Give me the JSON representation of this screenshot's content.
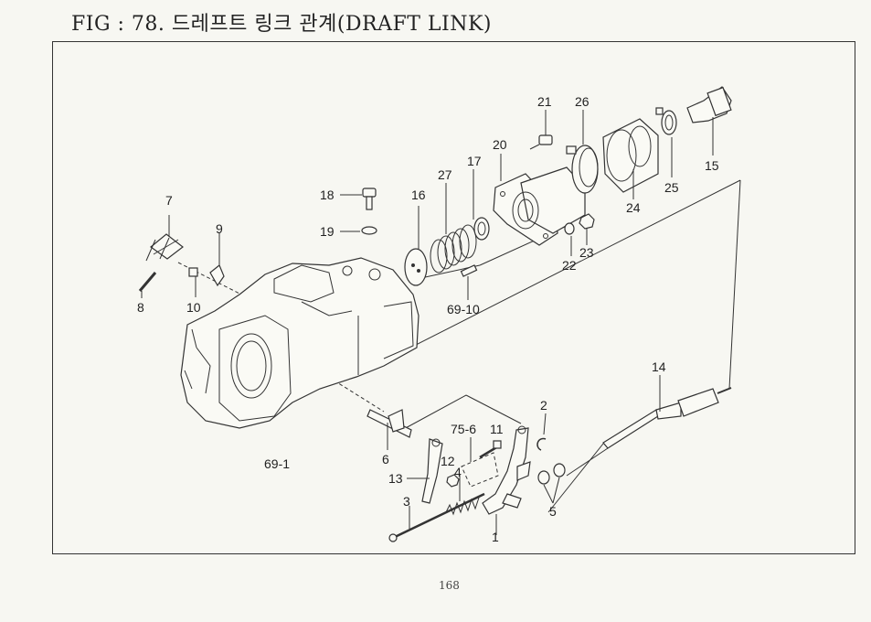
{
  "title": "FIG : 78. 드레프트 링크 관계(DRAFT LINK)",
  "page_number": "168",
  "labels": {
    "p1": "1",
    "p2": "2",
    "p3": "3",
    "p4": "4",
    "p5": "5",
    "p6": "6",
    "p7": "7",
    "p8": "8",
    "p9": "9",
    "p10": "10",
    "p11": "11",
    "p12": "12",
    "p13": "13",
    "p14": "14",
    "p15": "15",
    "p16": "16",
    "p17": "17",
    "p18": "18",
    "p19": "19",
    "p20": "20",
    "p21": "21",
    "p22": "22",
    "p23": "23",
    "p24": "24",
    "p25": "25",
    "p26": "26",
    "p27": "27",
    "p69_1": "69-1",
    "p69_10": "69-10",
    "p75_6": "75-6"
  }
}
